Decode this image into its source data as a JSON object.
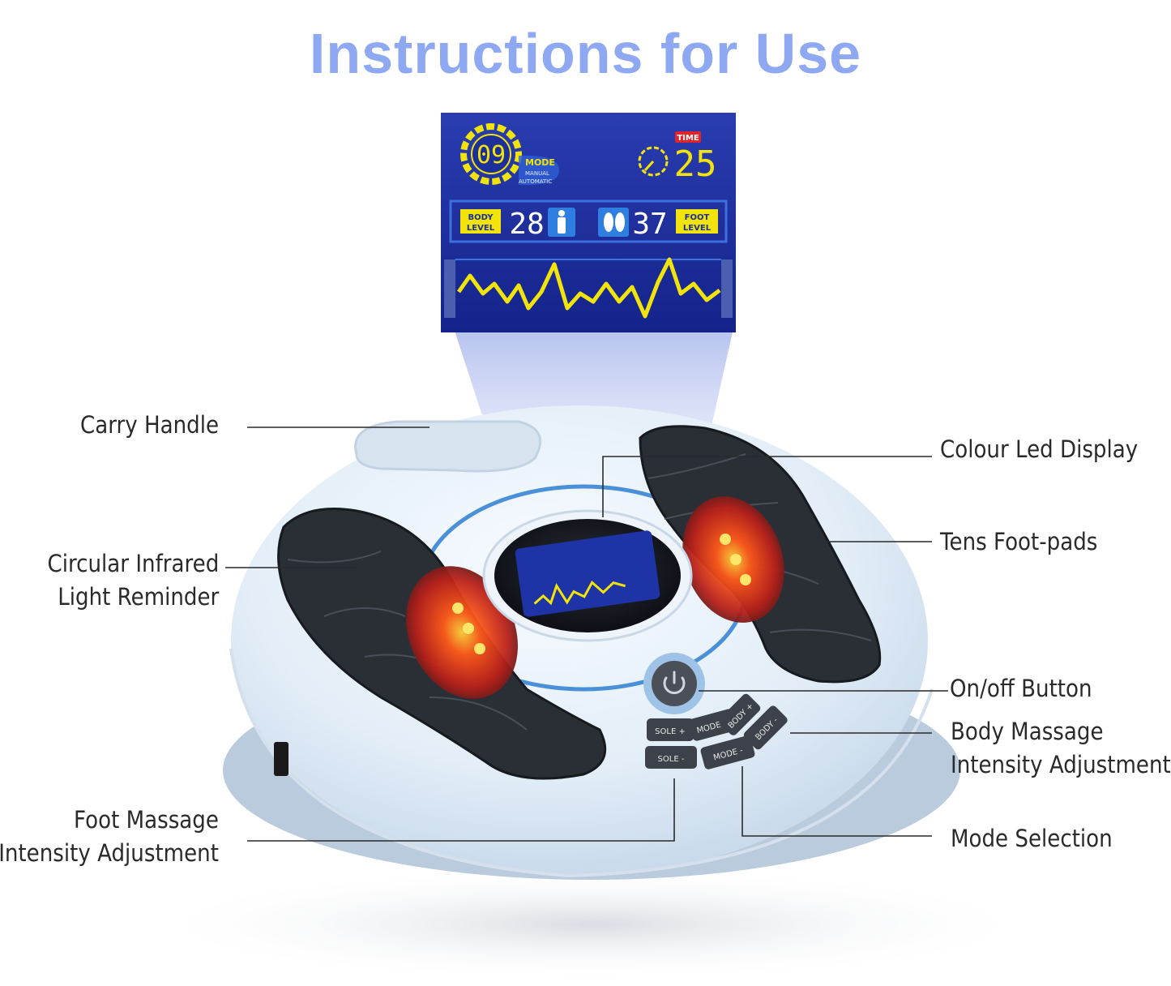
{
  "title": "Instructions for Use",
  "display": {
    "mode_value": "09",
    "mode_label": "MODE",
    "mode_sub_manual": "MANUAL",
    "mode_sub_automatic": "AUTOMATIC",
    "time_label": "TIME",
    "time_value": "25",
    "body_level_label_1": "BODY",
    "body_level_label_2": "LEVEL",
    "body_level_value": "28",
    "foot_level_label_1": "FOOT",
    "foot_level_label_2": "LEVEL",
    "foot_level_value": "37"
  },
  "buttons": {
    "sole_plus": "SOLE +",
    "mode_plus": "MODE +",
    "body_plus": "BODY +",
    "sole_minus": "SOLE -",
    "mode_minus": "MODE -",
    "body_minus": "BODY -"
  },
  "callouts": {
    "carry_handle": "Carry Handle",
    "circular_infrared_1": "Circular Infrared",
    "circular_infrared_2": "Light Reminder",
    "foot_massage_1": "Foot Massage",
    "foot_massage_2": "Intensity Adjustment",
    "colour_led_display": "Colour Led Display",
    "tens_foot_pads": "Tens Foot-pads",
    "on_off_button": "On/off Button",
    "body_massage_1": "Body Massage",
    "body_massage_2": "Intensity Adjustment",
    "mode_selection": "Mode Selection"
  },
  "colors": {
    "title": "#8ea9f2",
    "device_body": "#e4eff8",
    "accent_ring": "#4a90d9",
    "lcd_bg": "#1c2f9a",
    "lcd_digits": "#f2e40a",
    "foot_pad": "#2a2f36",
    "infrared": "#ff3a1a"
  }
}
